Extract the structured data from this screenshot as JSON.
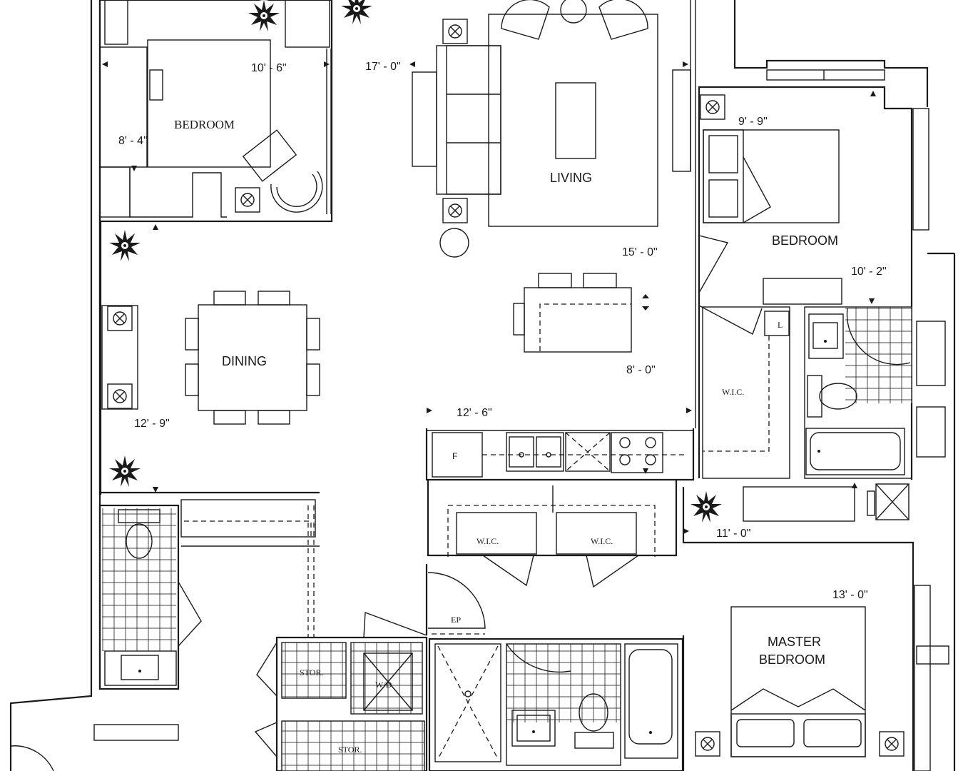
{
  "rooms": {
    "bedroom_nw": "BEDROOM",
    "living": "LIVING",
    "bedroom_ne": "BEDROOM",
    "dining": "DINING",
    "wic_ne": "W.I.C.",
    "wic_1": "W.I.C.",
    "wic_2": "W.I.C.",
    "ep": "EP",
    "stor_1": "STOR.",
    "stor_2": "STOR.",
    "wd": "W/D",
    "master_line1": "MASTER",
    "master_line2": "BEDROOM",
    "fridge": "F",
    "linen": "L"
  },
  "dimensions": {
    "bed_nw_w": "10' - 6\"",
    "living_w": "17' - 0\"",
    "bed_nw_d": "8' - 4\"",
    "bed_ne_w": "9' - 9\"",
    "living_d": "15' - 0\"",
    "bed_ne_d": "10' - 2\"",
    "island_d": "8' - 0\"",
    "dining_w": "12' - 9\"",
    "kitchen_w": "12' - 6\"",
    "master_w": "11' - 0\"",
    "master_d": "13' - 0\""
  }
}
